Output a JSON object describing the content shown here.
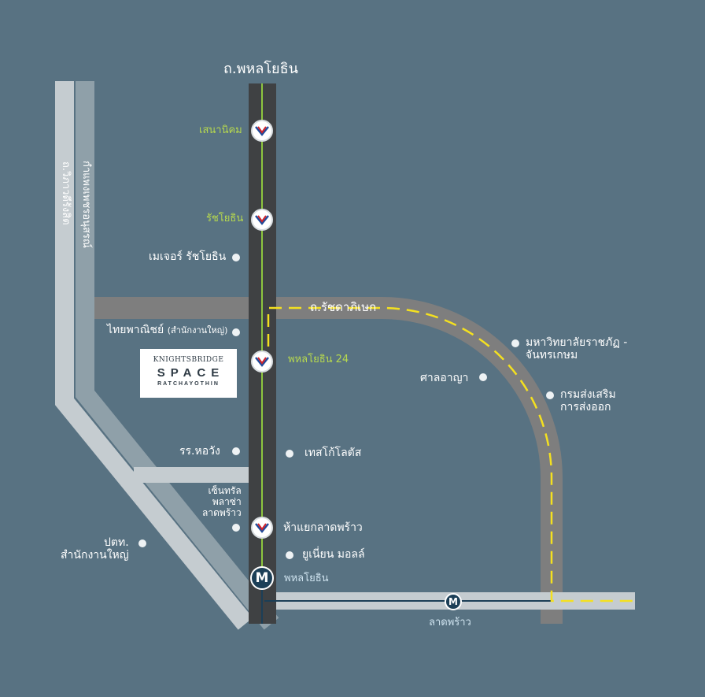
{
  "colors": {
    "background": "#587282",
    "road_light": "#c5ccd0",
    "road_gray": "#7e7e7e",
    "road_dark": "#3f4143",
    "bts_line": "#8dc63f",
    "mrt_line": "#1c3f57",
    "dashed_route": "#f4e020"
  },
  "roads": {
    "phahon": "ถ.พหลโยธิน",
    "vibhavadi": "ถ.วิภาวดีรังสิต",
    "kamphaeng": "กำแพงเพชรอนุสรณ์",
    "ratchadaphisek": "ถ.รัชดาภิเษก"
  },
  "bts_stations": {
    "senanikhom": "เสนานิคม",
    "ratchayothin": "รัชโยธิน",
    "phahon24": "พหลโยธิน 24",
    "ha_yaek": "ห้าแยกลาดพร้าว"
  },
  "mrt_stations": {
    "phahon": "พหลโยธิน",
    "lat_phrao": "ลาดพร้าว",
    "icon_letter": "M"
  },
  "places": {
    "major": "เมเจอร์ รัชโยธิน",
    "scb_main": "ไทยพาณิชย์",
    "scb_note": "(สำนักงานใหญ่)",
    "horwang": "รร.หอวัง",
    "central": [
      "เซ็นทรัล",
      "พลาซ่า",
      "ลาดพร้าว"
    ],
    "ptt": [
      "ปตท.",
      "สำนักงานใหญ่"
    ],
    "tesco": "เทสโก้โลตัส",
    "union": "ยูเนี่ยน มอลล์",
    "court": "ศาลอาญา",
    "university": [
      "มหาวิทยาลัยราชภัฏ -",
      "จันทรเกษม"
    ],
    "dept": [
      "กรมส่งเสริม",
      "การส่งออก"
    ]
  },
  "logo": {
    "line1": "KNIGHTSBRIDGE",
    "line2": "SPACE",
    "line3": "RATCHAYOTHIN"
  },
  "icons": {
    "bts": "bts-logo-icon",
    "mrt": "mrt-logo-icon",
    "landmark": "landmark-dot-icon"
  }
}
